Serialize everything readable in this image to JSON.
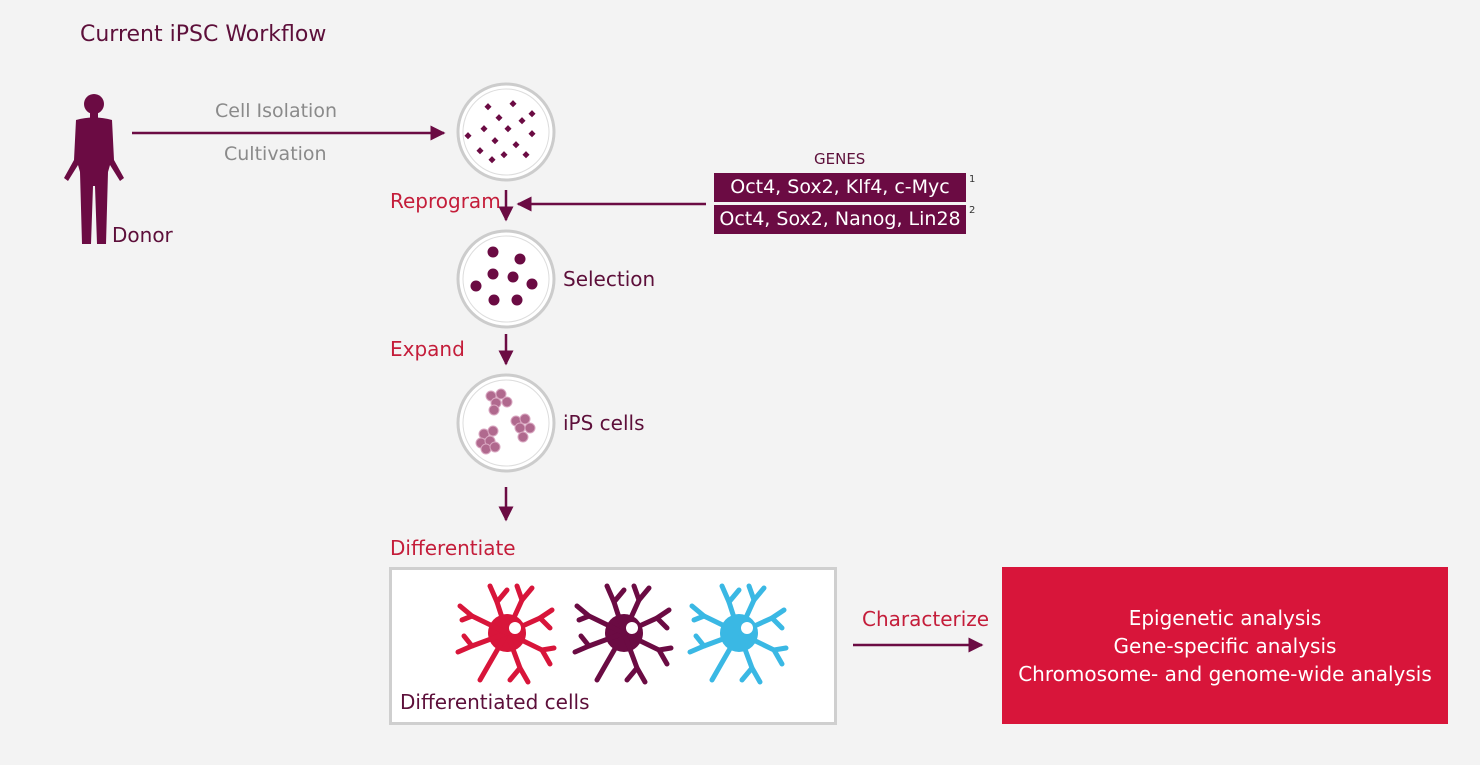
{
  "title": "Current iPSC Workflow",
  "donor_label": "Donor",
  "isolation": {
    "line1": "Cell Isolation",
    "line2": "Cultivation"
  },
  "genes": {
    "header": "GENES",
    "sets": [
      {
        "text": "Oct4, Sox2, Klf4, c-Myc",
        "ref": "1"
      },
      {
        "text": "Oct4, Sox2, Nanog, Lin28",
        "ref": "2"
      }
    ]
  },
  "steps": {
    "reprogram": "Reprogram",
    "selection": "Selection",
    "expand": "Expand",
    "ips_cells": "iPS cells",
    "differentiate": "Differentiate",
    "differentiated_cells": "Differentiated cells",
    "characterize": "Characterize"
  },
  "analysis": {
    "line1": "Epigenetic analysis",
    "line2": "Gene-specific analysis",
    "line3": "Chromosome- and genome-wide analysis"
  },
  "colors": {
    "dark": "#5d0f3a",
    "red": "#c41d3a",
    "analysis_box": "#d8153a",
    "cell_red": "#d8153a",
    "cell_purple": "#6b0b43",
    "cell_blue": "#3ab8e4",
    "ips_pink": "#b0698e"
  }
}
